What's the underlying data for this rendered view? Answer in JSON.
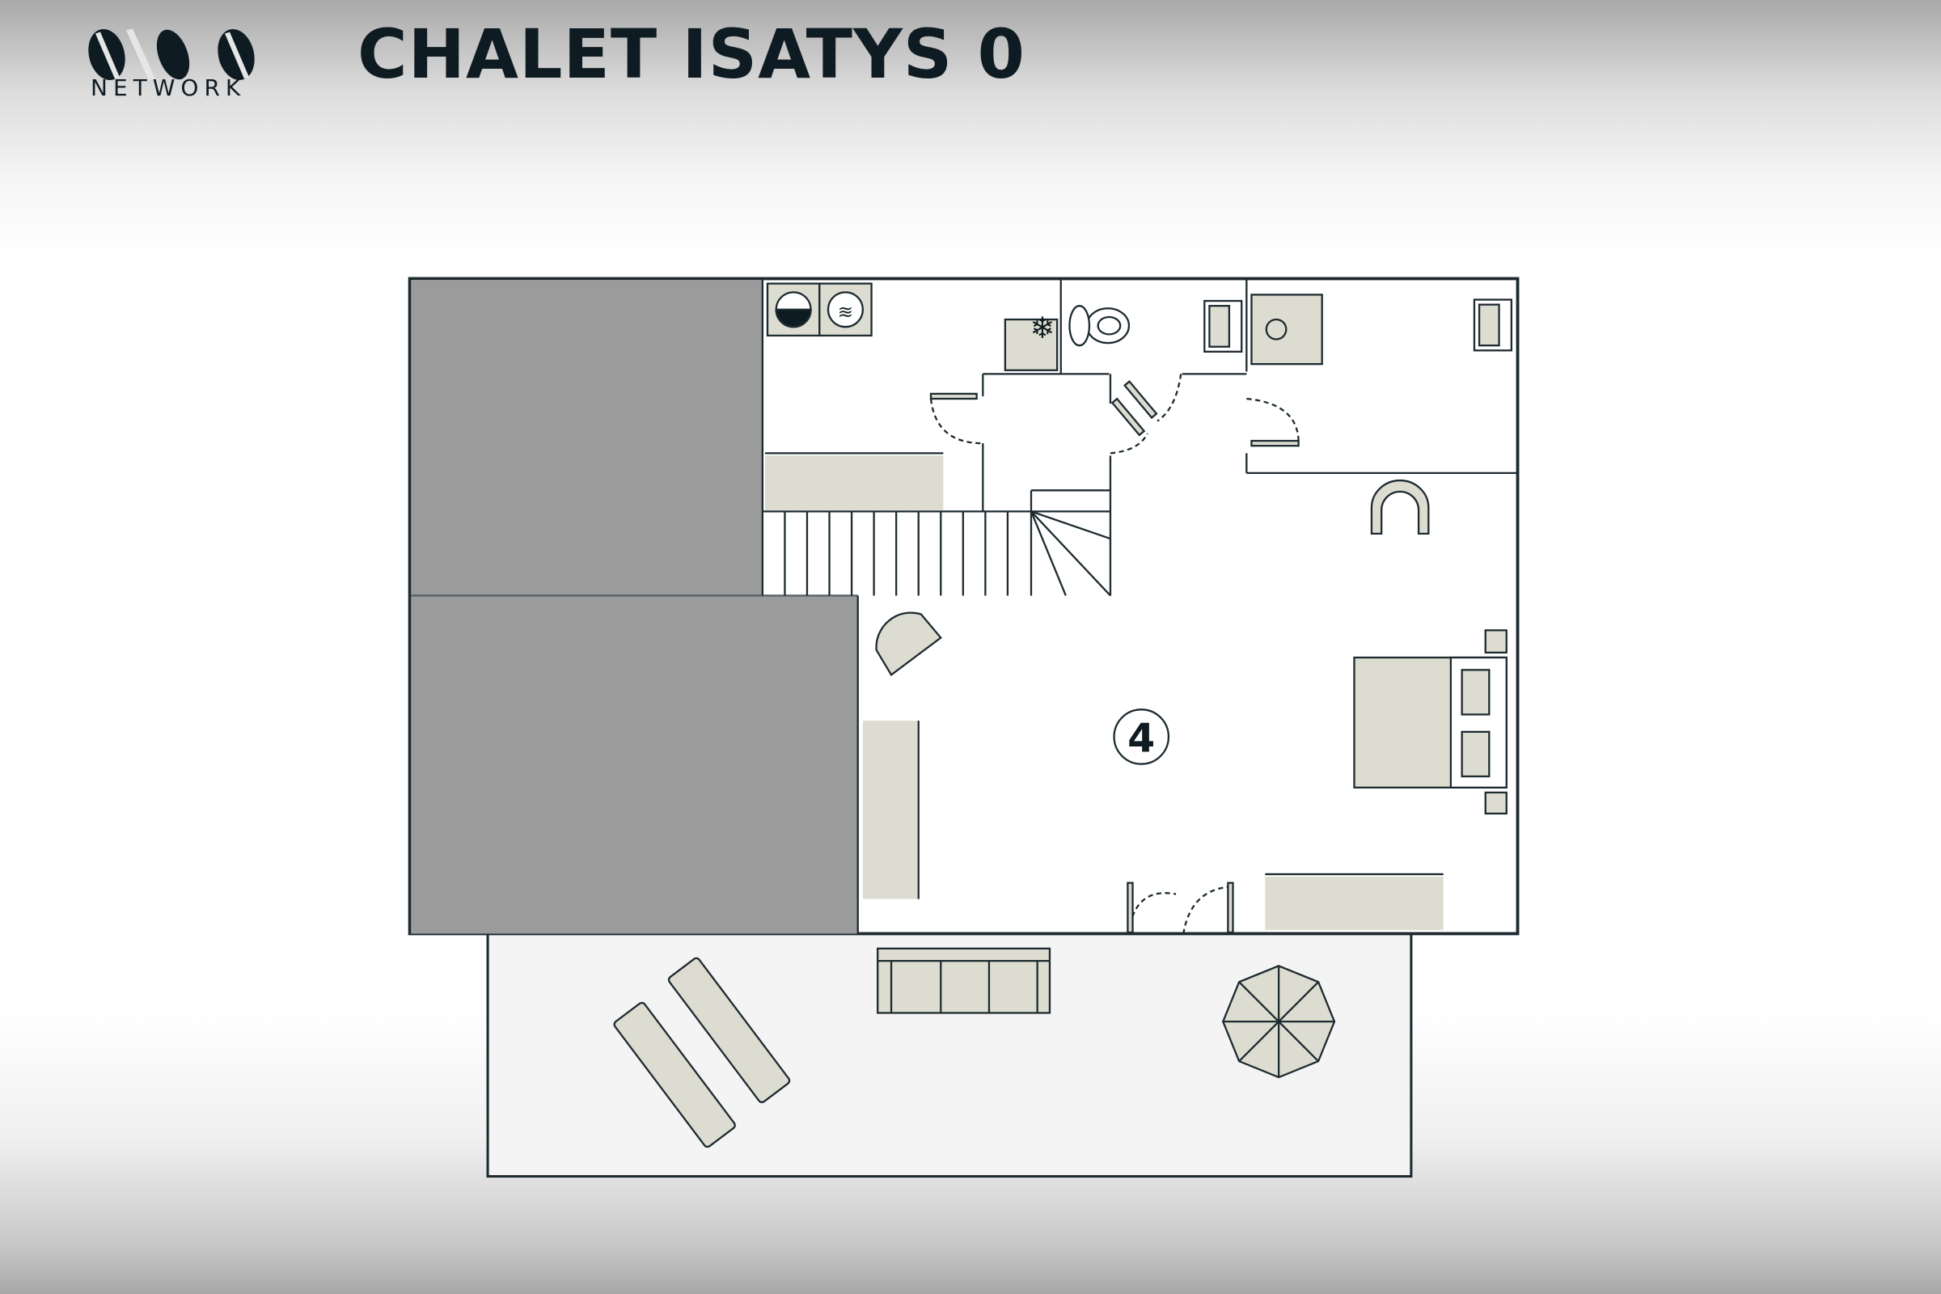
{
  "brand": {
    "logo_name": "ovo",
    "tagline": "NETWORK"
  },
  "header": {
    "title": "CHALET ISATYS 0"
  },
  "plan": {
    "room_number": "4"
  },
  "colors": {
    "ink": "#0f1b22",
    "fixture": "#dcddd0",
    "unused": "#9b9b9b",
    "terrace": "#f4f4f4"
  }
}
